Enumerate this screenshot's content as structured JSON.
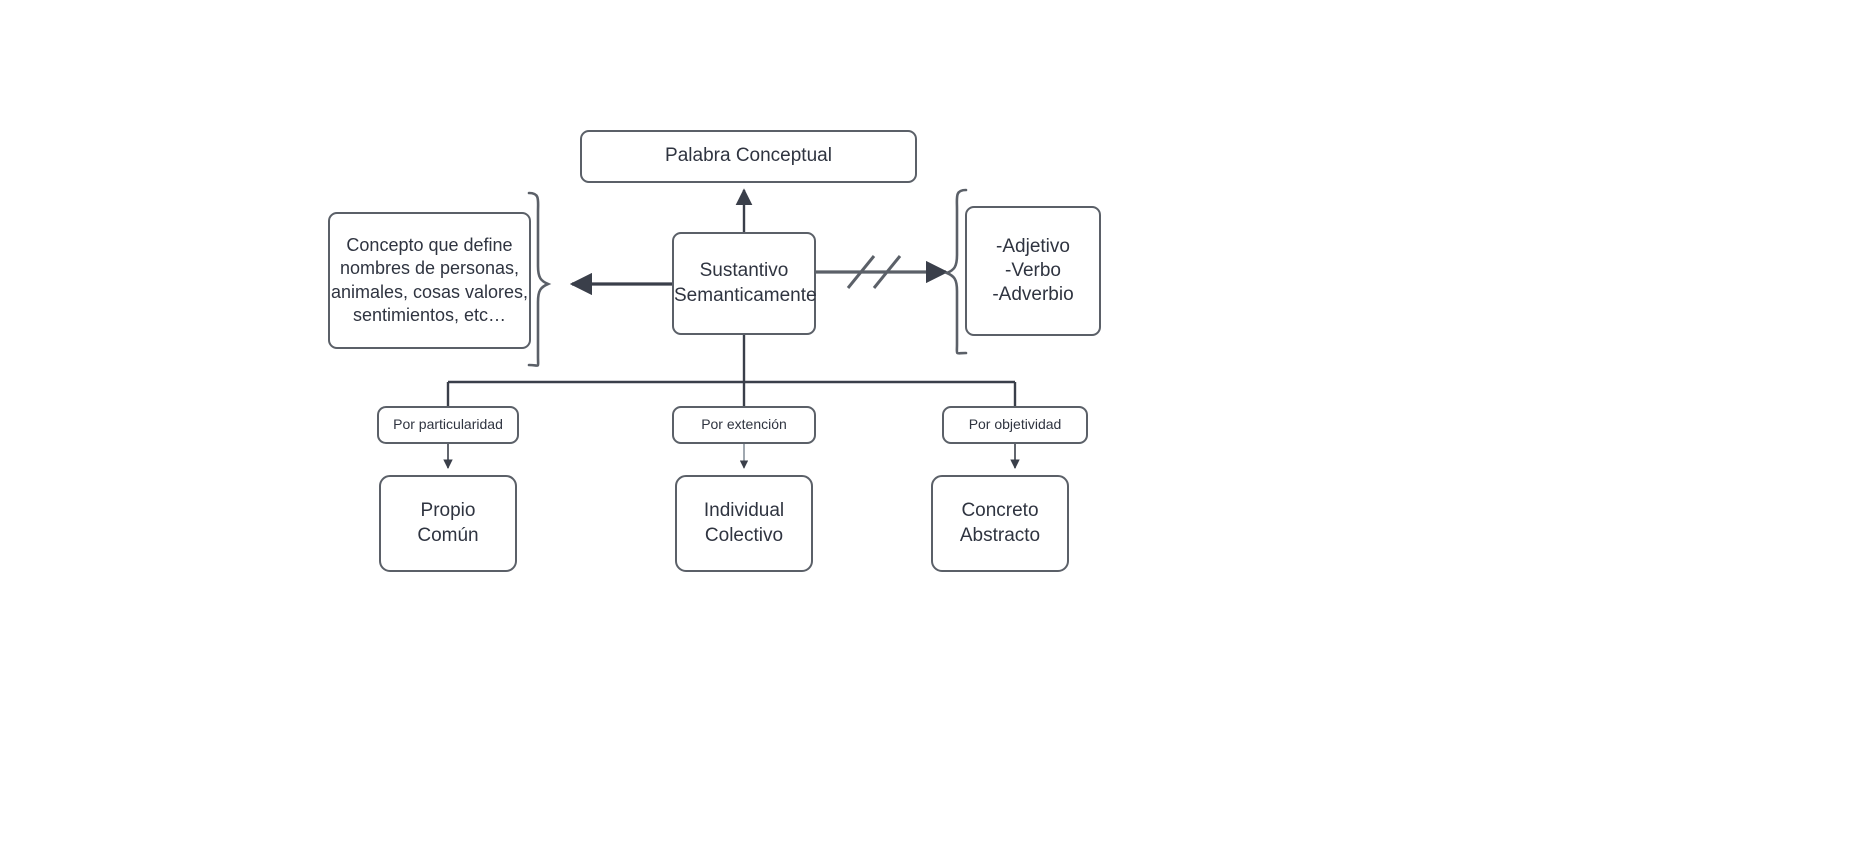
{
  "diagram": {
    "title": "Palabra Conceptual",
    "background_color": "#ffffff",
    "stroke_color": "#5b6068",
    "text_color": "#2f3440",
    "nodes": {
      "root": {
        "label": "Palabra Conceptual"
      },
      "center": {
        "label": "Sustantivo\nSemanticamente"
      },
      "definition": {
        "label": "Concepto que define nombres de personas, animales, cosas valores, sentimientos, etc…"
      },
      "excluded": {
        "label": "-Adjetivo\n-Verbo\n-Adverbio"
      }
    },
    "criteria": [
      {
        "label": "Por particularidad"
      },
      {
        "label": "Por extención"
      },
      {
        "label": "Por objetividad"
      }
    ],
    "leaves": [
      {
        "label": "Propio\nComún"
      },
      {
        "label": "Individual\nColectivo"
      },
      {
        "label": "Concreto\nAbstracto"
      }
    ],
    "connectors": {
      "center_to_root": "arrow-up",
      "center_to_definition": "arrow-left",
      "center_to_excluded": "arrow-right-crossed",
      "crossed_marker": "double-slash-negation",
      "definition_brace": "right-curly-brace",
      "excluded_brace": "left-curly-brace",
      "distribution": "tree-split-three"
    }
  }
}
